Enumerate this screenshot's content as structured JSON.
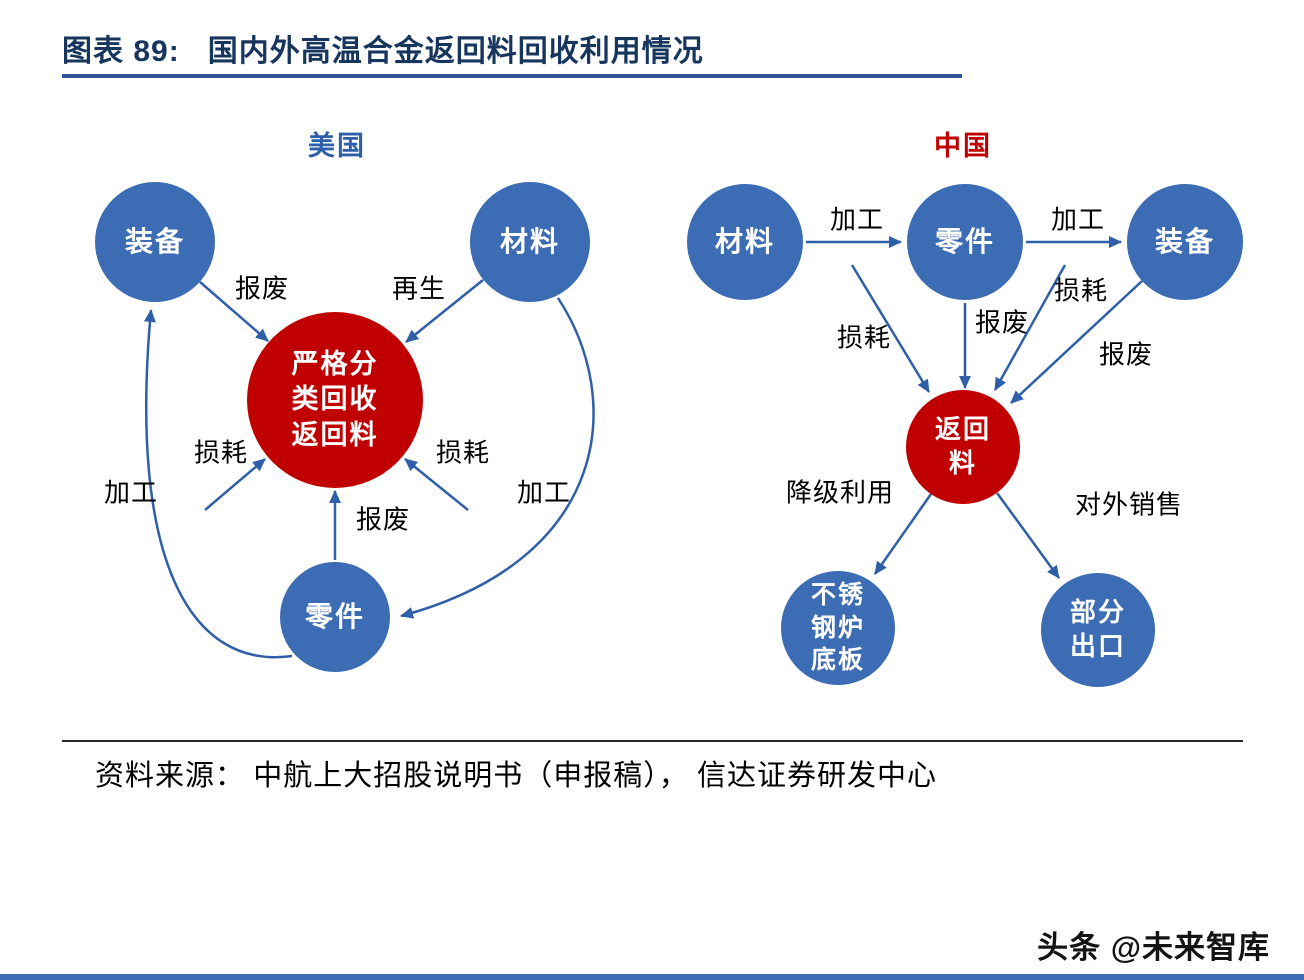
{
  "title": {
    "prefix": "图表 89:",
    "text": "国内外高温合金返回料回收利用情况"
  },
  "us": {
    "heading": "美国",
    "nodes": {
      "equipment": "装备",
      "material": "材料",
      "parts": "零件",
      "center_lines": [
        "严格分",
        "类回收",
        "返回料"
      ]
    },
    "edge_labels": {
      "scrap_top": "报废",
      "regenerate": "再生",
      "loss_left": "损耗",
      "loss_right": "损耗",
      "scrap_bottom": "报废",
      "process_left": "加工",
      "process_right": "加工"
    }
  },
  "cn": {
    "heading": "中国",
    "nodes": {
      "material": "材料",
      "parts": "零件",
      "equipment": "装备",
      "center_lines": [
        "返回",
        "料"
      ],
      "furnace_lines": [
        "不锈",
        "钢炉",
        "底板"
      ],
      "export_lines": [
        "部分",
        "出口"
      ]
    },
    "edge_labels": {
      "process_1": "加工",
      "process_2": "加工",
      "loss_1": "损耗",
      "scrap_1": "报废",
      "loss_2": "损耗",
      "scrap_2": "报废",
      "downgrade": "降级利用",
      "export_sale": "对外销售"
    }
  },
  "footer": {
    "source": "资料来源： 中航上大招股说明书（申报稿）， 信达证券研发中心"
  },
  "watermark": "头条 @未来智库",
  "colors": {
    "title": "#17365D",
    "underline": "#2F5597",
    "blue_node": "#3C6CB4",
    "red_node": "#C00000",
    "arrow": "#2E5FA8",
    "us_heading": "#2E5FA8",
    "cn_heading": "#C00000",
    "bottom_bar": "#3C6CB4"
  }
}
